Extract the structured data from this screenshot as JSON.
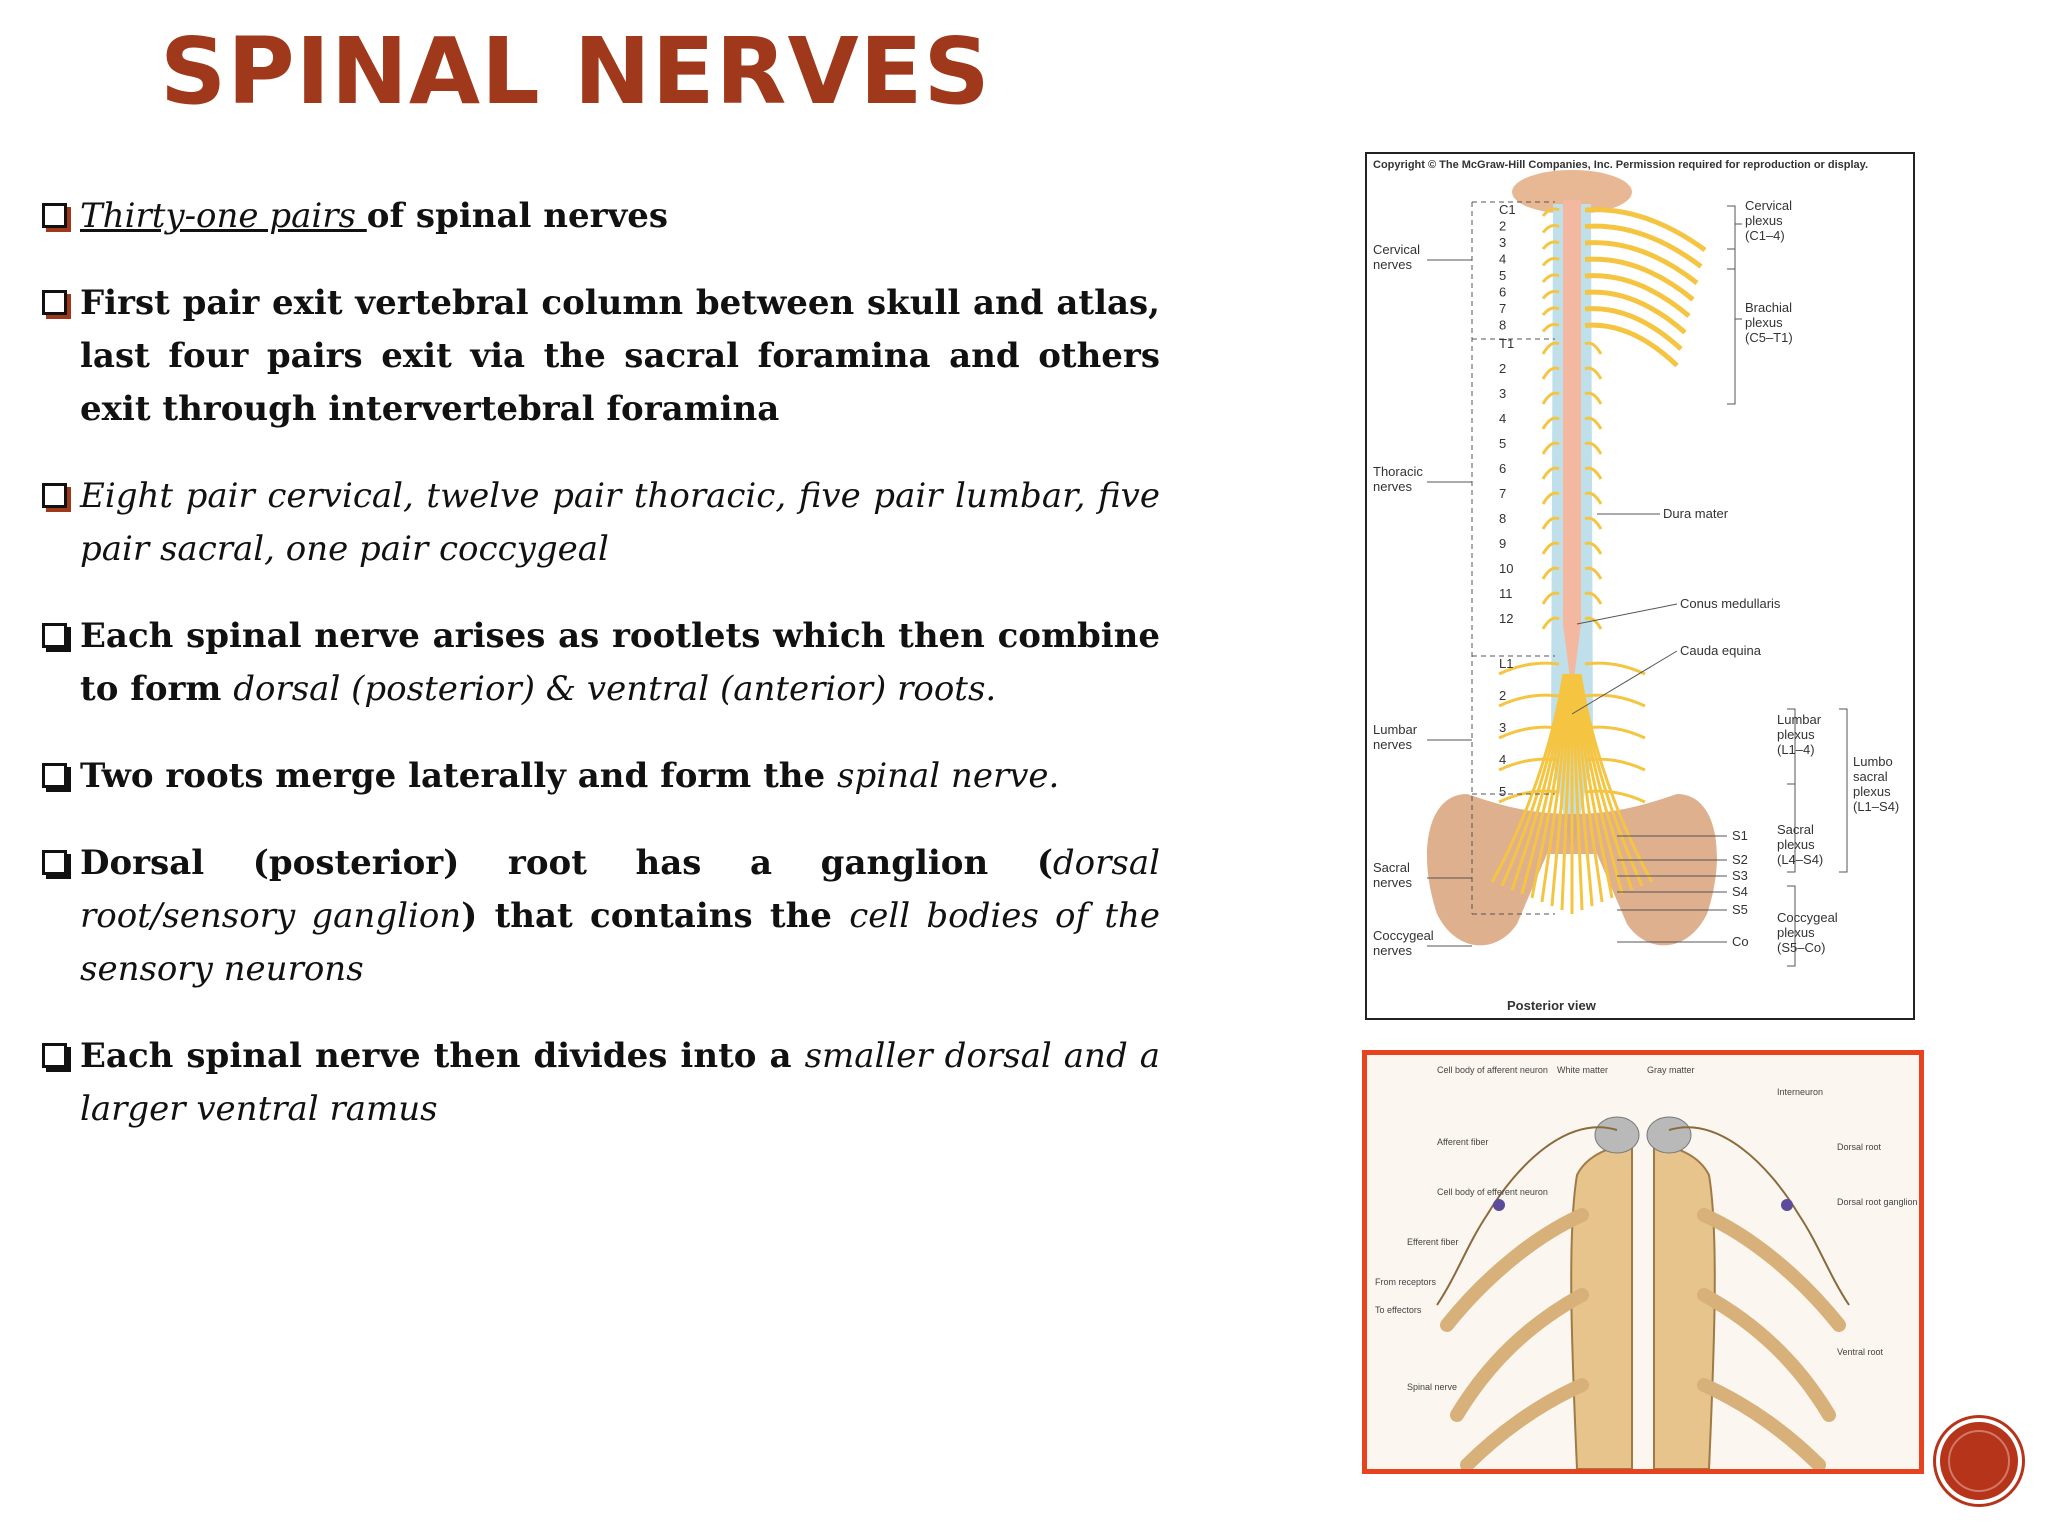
{
  "slide": {
    "title": "SPINAL NERVES",
    "bullets": [
      {
        "parts": [
          {
            "text": "Thirty-one pairs ",
            "style": "it u"
          },
          {
            "text": "of spinal nerves",
            "style": ""
          }
        ]
      },
      {
        "parts": [
          {
            "text": "First pair exit vertebral column between skull and atlas, last four pairs exit via the sacral foramina and others exit through intervertebral foramina",
            "style": ""
          }
        ]
      },
      {
        "parts": [
          {
            "text": "Eight pair cervical, twelve pair thoracic, five pair lumbar, five pair sacral, one pair coccygeal",
            "style": "it"
          }
        ]
      },
      {
        "parts": [
          {
            "text": "Each spinal nerve arises as rootlets which then combine to form ",
            "style": ""
          },
          {
            "text": "dorsal (posterior) & ventral (anterior) roots.",
            "style": "it"
          }
        ]
      },
      {
        "parts": [
          {
            "text": "Two roots merge laterally and form the ",
            "style": ""
          },
          {
            "text": "spinal nerve.",
            "style": "it"
          }
        ]
      },
      {
        "parts": [
          {
            "text": "Dorsal (posterior) root has a ganglion (",
            "style": ""
          },
          {
            "text": "dorsal root/sensory ganglion",
            "style": "it"
          },
          {
            "text": ") that contains the ",
            "style": ""
          },
          {
            "text": "cell bodies of the sensory neurons",
            "style": "it"
          }
        ]
      },
      {
        "parts": [
          {
            "text": "Each spinal nerve then divides into a ",
            "style": ""
          },
          {
            "text": "smaller dorsal and a larger ventral ramus",
            "style": "it"
          }
        ]
      }
    ]
  },
  "figure_posterior": {
    "copyright": "Copyright © The McGraw-Hill Companies, Inc. Permission required for reproduction or display.",
    "caption": "Posterior view",
    "segment_labels": [
      "C1",
      "2",
      "3",
      "4",
      "5",
      "6",
      "7",
      "8",
      "T1",
      "2",
      "3",
      "4",
      "5",
      "6",
      "7",
      "8",
      "9",
      "10",
      "11",
      "12",
      "L1",
      "2",
      "3",
      "4",
      "5"
    ],
    "sacral_labels": [
      "S1",
      "S2",
      "S3",
      "S4",
      "S5",
      "Co"
    ],
    "left_labels": {
      "cervical": [
        "Cervical",
        "nerves"
      ],
      "thoracic": [
        "Thoracic",
        "nerves"
      ],
      "lumbar": [
        "Lumbar",
        "nerves"
      ],
      "sacral": [
        "Sacral",
        "nerves"
      ],
      "coccygeal": [
        "Coccygeal",
        "nerves"
      ]
    },
    "right_labels": {
      "cervical_plexus": [
        "Cervical",
        "plexus",
        "(C1–4)"
      ],
      "brachial_plexus": [
        "Brachial",
        "plexus",
        "(C5–T1)"
      ],
      "dura_mater": "Dura mater",
      "conus": "Conus medullaris",
      "cauda": "Cauda equina",
      "lumbar_plexus": [
        "Lumbar",
        "plexus",
        "(L1–4)"
      ],
      "lumbosacral_plexus": [
        "Lumbo",
        "sacral",
        "plexus",
        "(L1–S4)"
      ],
      "sacral_plexus": [
        "Sacral",
        "plexus",
        "(L4–S4)"
      ],
      "coccygeal_plexus": [
        "Coccygeal",
        "plexus",
        "(S5–Co)"
      ]
    },
    "colors": {
      "cord": "#f4b7a0",
      "dura": "#9cc9d9",
      "nerve": "#f5c542",
      "bone": "#d9a27a"
    }
  },
  "figure_cross": {
    "labels": [
      "Cell body of afferent neuron",
      "White matter",
      "Gray matter",
      "Interneuron",
      "Afferent fiber",
      "Dorsal root",
      "Cell body of efferent neuron",
      "Dorsal root ganglion",
      "Efferent fiber",
      "From receptors",
      "To effectors",
      "Ventral root",
      "Spinal nerve"
    ],
    "colors": {
      "frame": "#e8431f",
      "tissue": "#e8c48d",
      "grey": "#b9b9b9"
    }
  }
}
